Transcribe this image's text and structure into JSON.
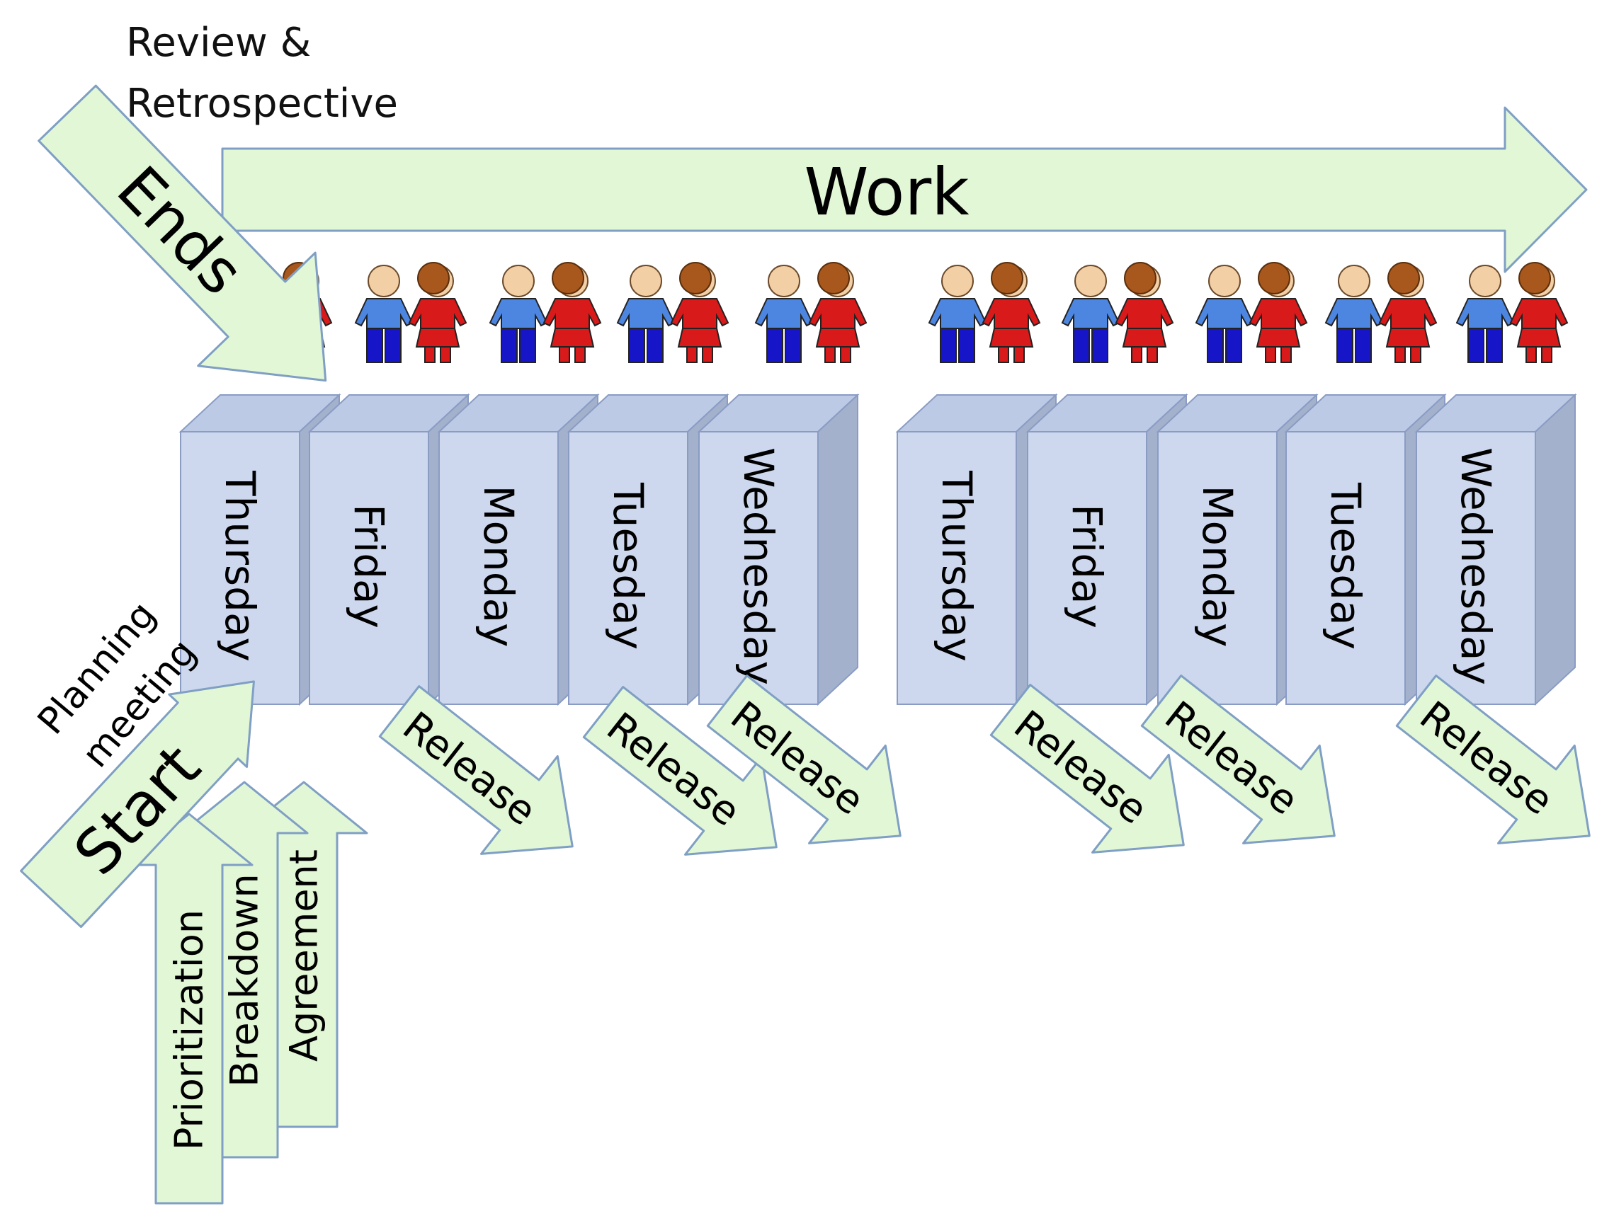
{
  "labels": {
    "review_line1": "Review &",
    "review_line2": "Retrospective",
    "planning_line1": "Planning",
    "planning_line2": "meeting",
    "work": "Work",
    "ends": "Ends",
    "start": "Start",
    "prioritization": "Prioritization",
    "breakdown": "Breakdown",
    "agreement": "Agreement"
  },
  "days": [
    "Thursday",
    "Friday",
    "Monday",
    "Tuesday",
    "Wednesday",
    "Thursday",
    "Friday",
    "Monday",
    "Tuesday",
    "Wednesday"
  ],
  "releases": [
    "Release",
    "Release",
    "Release",
    "Release",
    "Release",
    "Release"
  ],
  "colors": {
    "arrow_fill": "#e2f7d6",
    "arrow_stroke": "#7f9fc4",
    "block_front": "#cdd8ee",
    "block_top": "#bccae6",
    "block_side": "#a3b1cc",
    "block_stroke": "#8a9cc4",
    "person_blue_shirt": "#4d86e0",
    "person_blue_pants": "#1616c8",
    "person_red": "#d81a1a",
    "skin": "#f3cfa6",
    "hair": "#a8581c"
  }
}
